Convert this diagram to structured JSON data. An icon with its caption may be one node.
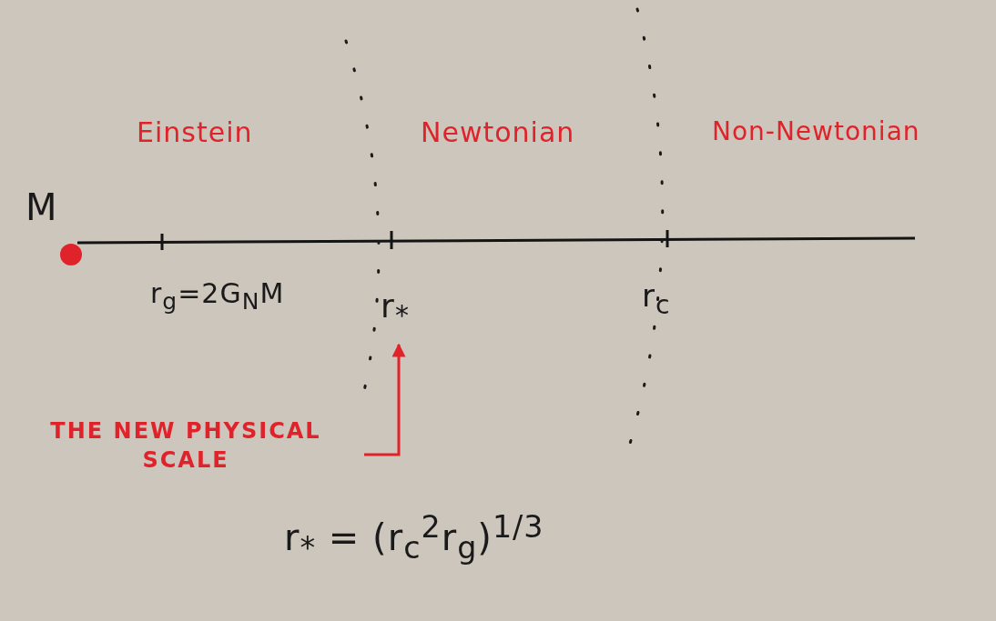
{
  "diagram": {
    "nodes": [
      {
        "text": [
          "THE NEW PHYSICAL SCALE"
        ]
      },
      {
        "text": [
          "r$_{*}$"
        ]
      }
    ],
    "edges": [
      {
        "from": 0,
        "to": 1,
        "arrow": "to"
      }
    ],
    "labels": [
      "Einstein",
      "Newtonian",
      "Non-Newtonian",
      "M",
      "r$_{g}$=2G$_{N}$M",
      "r$_{c}$",
      "r$_{*}$ = (r$_{c}$$^{2}$r$_{g}$)$^{1/3}$"
    ]
  }
}
